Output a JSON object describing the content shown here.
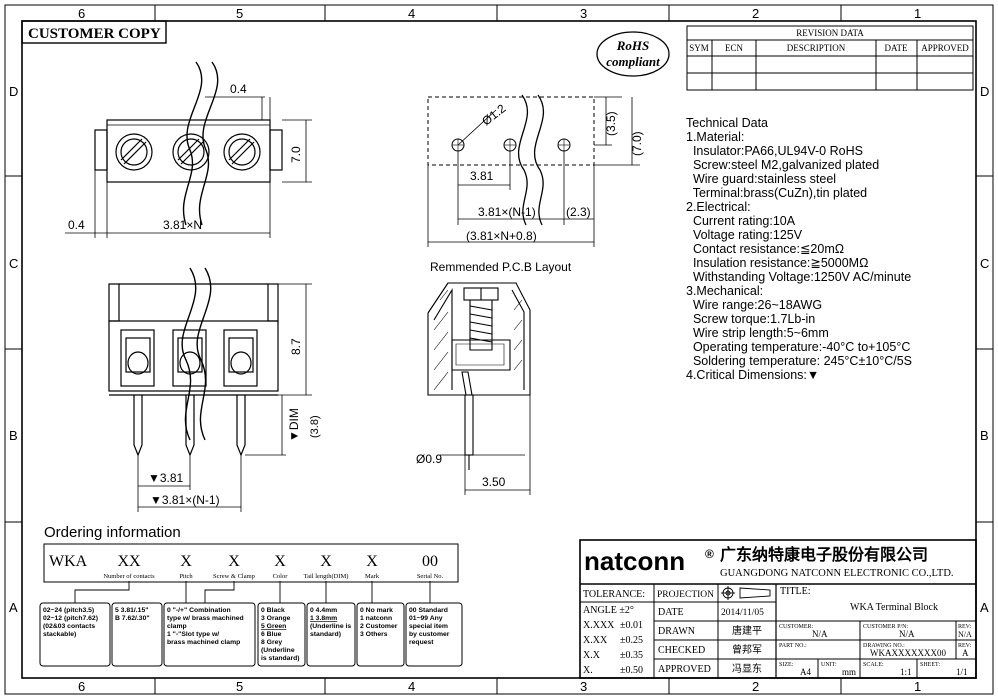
{
  "zones": {
    "top": [
      "6",
      "5",
      "4",
      "3",
      "2",
      "1"
    ],
    "bottom": [
      "6",
      "5",
      "4",
      "3",
      "2",
      "1"
    ],
    "left": [
      "D",
      "C",
      "B",
      "A"
    ],
    "right": [
      "D",
      "C",
      "B",
      "A"
    ]
  },
  "customer_copy": "CUSTOMER COPY",
  "rohs": {
    "line1": "RoHS",
    "line2": "compliant"
  },
  "revision": {
    "title": "REVISION DATA",
    "headers": [
      "SYM",
      "ECN",
      "DESCRIPTION",
      "DATE",
      "APPROVED"
    ]
  },
  "dims": {
    "d04_top": "0.4",
    "d70": "7.0",
    "d04_left": "0.4",
    "d381n": "3.81×N",
    "d87": "8.7",
    "dim_label": "▼DIM",
    "d38": "(3.8)",
    "b381": "▼3.81",
    "b381n1": "▼3.81×(N-1)",
    "phi12": "Ø1.2",
    "d35": "(3.5)",
    "d70p": "(7.0)",
    "p381": "3.81",
    "p381n1": "3.81×(N-1)",
    "p23": "(2.3)",
    "p381n08": "(3.81×N+0.8)",
    "phi09": "Ø0.9",
    "d350": "3.50"
  },
  "pcb_label": "Remmended P.C.B Layout",
  "tech": [
    "Technical Data",
    "1.Material:",
    "  Insulator:PA66,UL94V-0 RoHS",
    "  Screw:steel M2,galvanized plated",
    "  Wire guard:stainless steel",
    "  Terminal:brass(CuZn),tin plated",
    "2.Electrical:",
    "  Current rating:10A",
    "  Voltage rating:125V",
    "  Contact resistance:≦20mΩ",
    "  Insulation resistance:≧5000MΩ",
    "  Withstanding Voltage:1250V AC/minute",
    "3.Mechanical:",
    "  Wire range:26~18AWG",
    "  Screw torque:1.7Lb-in",
    "  Wire strip length:5~6mm",
    "  Operating temperature:-40°C to+105°C",
    "  Soldering temperature: 245°C±10°C/5S",
    "4.Critical Dimensions:▼"
  ],
  "ordering": {
    "title": "Ordering information",
    "codes": [
      "WKA",
      "XX",
      "X",
      "X",
      "X",
      "X",
      "X",
      "00"
    ],
    "labels": [
      "Number of contacts",
      "Pitch",
      "Screw & Clamp",
      "Color",
      "Tail length(DIM)",
      "Mark",
      "Serial No."
    ],
    "options": [
      [
        "02~24 (pitch3.5)",
        "02~12 (pitch7.62)",
        "(02&03 contacts",
        "stackable)"
      ],
      [
        "5  3.81/.15\"",
        "B  7.62/.30\""
      ],
      [
        "0  \"-/+\" Combination",
        "type w/ brass machined",
        "clamp",
        "1  \"-\"Slot type w/",
        "brass machined clamp"
      ],
      [
        "0 Black",
        "3 Orange",
        "5 Green",
        "6 Blue",
        "8 Grey",
        "(Underline",
        "is standard)"
      ],
      [
        "0  4.4mm",
        "1  3.8mm",
        "(Underline is",
        "standard)"
      ],
      [
        "0 No mark",
        "1 natconn",
        "2 Customer",
        "3 Others"
      ],
      [
        "00 Standard",
        "01~99 Any",
        "special item",
        "by customer",
        "request"
      ]
    ]
  },
  "title_block": {
    "brand": "natconn",
    "reg": "®",
    "cn_name": "广东纳特康电子股份有限公司",
    "en_name": "GUANGDONG NATCONN ELECTRONIC CO.,LTD.",
    "tolerance": "TOLERANCE:",
    "angle": "ANGLE ±2°",
    "tol_rows": [
      [
        "X.XXX",
        "±0.01"
      ],
      [
        "X.XX",
        "±0.25"
      ],
      [
        "X.X",
        "±0.35"
      ],
      [
        "X.",
        "±0.50"
      ]
    ],
    "projection": "PROJECTION",
    "date_label": "DATE",
    "date_value": "2014/11/05",
    "drawn_label": "DRAWN",
    "drawn_value": "唐建平",
    "checked_label": "CHECKED",
    "checked_value": "曾邦军",
    "approved_label": "APPROVED",
    "approved_value": "冯显东",
    "title_label": "TITLE:",
    "title_value": "WKA  Terminal Block",
    "customer_label": "CUSTOMER:",
    "customer_value": "N/A",
    "customer_pn_label": "CUSTOMER P/N:",
    "customer_pn_value": "N/A",
    "rev_label": "REV:",
    "rev_value1": "N/A",
    "part_no_label": "PART NO.:",
    "drawing_no_label": "DRAWING NO.:",
    "drawing_no_value": "WKAXXXXXXX00",
    "rev_value2": "A",
    "size_label": "SIZE:",
    "size_value": "A4",
    "unit_label": "UNIT:",
    "unit_value": "mm",
    "scale_label": "SCALE:",
    "scale_value": "1:1",
    "sheet_label": "SHEET:",
    "sheet_value": "1/1"
  }
}
